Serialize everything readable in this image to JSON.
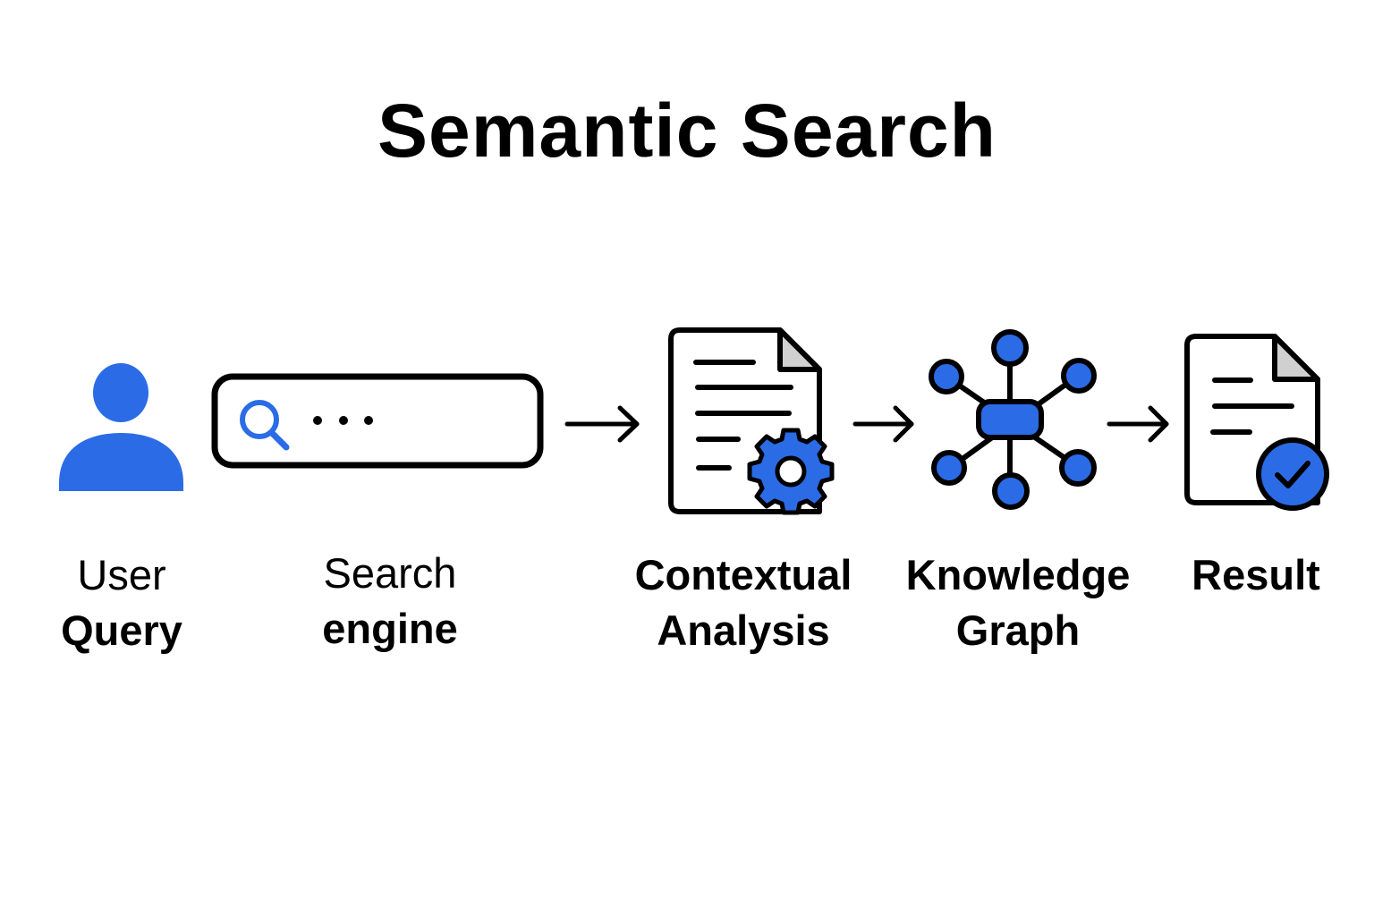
{
  "title": "Semantic Search",
  "colors": {
    "accent": "#2B6CE6",
    "stroke": "#000000",
    "fold": "#D0D0D0"
  },
  "steps": [
    {
      "id": "user-query",
      "icon": "user-icon",
      "line1": "User",
      "line2": "Query"
    },
    {
      "id": "search-engine",
      "icon": "search-bar-icon",
      "line1": "Search",
      "line2": "engine"
    },
    {
      "id": "contextual-analysis",
      "icon": "document-gear-icon",
      "line1": "Contextual",
      "line2": "Analysis"
    },
    {
      "id": "knowledge-graph",
      "icon": "network-graph-icon",
      "line1": "Knowledge",
      "line2": "Graph"
    },
    {
      "id": "result",
      "icon": "document-check-icon",
      "line1": "Result",
      "line2": ""
    }
  ],
  "search_bar": {
    "placeholder": "• • •"
  }
}
